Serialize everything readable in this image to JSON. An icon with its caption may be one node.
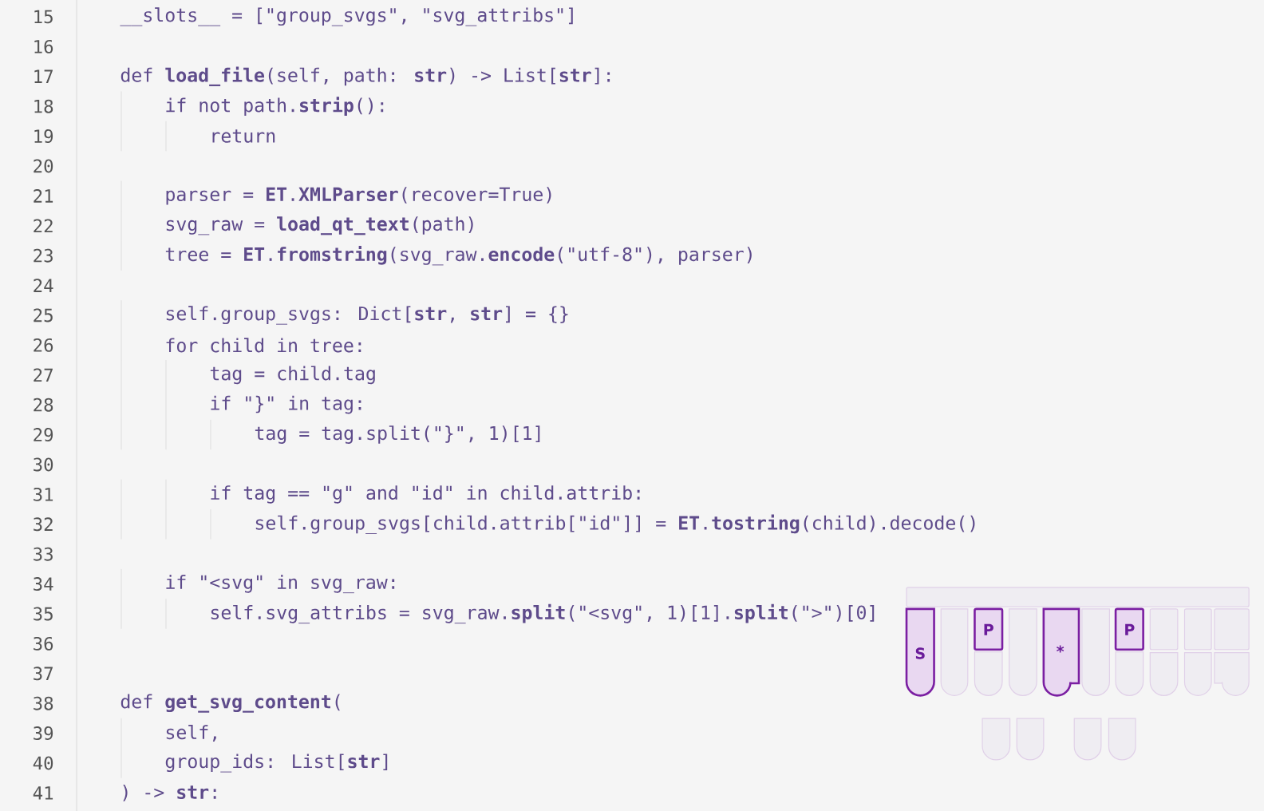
{
  "diagram": {
    "nodes": [
      {
        "text": [],
        "shape": "bar"
      },
      {
        "text": [
          "S"
        ]
      },
      {
        "text": [],
        "shape": "box"
      },
      {
        "text": [
          "P"
        ]
      },
      {
        "text": [],
        "shape": "box"
      },
      {
        "text": [
          "*"
        ]
      },
      {
        "text": [],
        "shape": "box"
      },
      {
        "text": [
          "P"
        ]
      },
      {
        "text": [],
        "shape": "box"
      },
      {
        "text": [],
        "shape": "box"
      },
      {
        "text": [],
        "shape": "box"
      },
      {
        "text": [],
        "shape": "box"
      },
      {
        "text": [],
        "shape": "box"
      },
      {
        "text": [],
        "shape": "box"
      },
      {
        "text": [],
        "shape": "box"
      },
      {
        "text": [],
        "shape": "box"
      },
      {
        "text": [],
        "shape": "box"
      },
      {
        "text": [],
        "shape": "box"
      },
      {
        "text": [],
        "shape": "box"
      },
      {
        "text": [],
        "shape": "box"
      }
    ],
    "edges": [],
    "labels": [
      "15",
      "__slots__ = [\"group_svgs\", \"svg_attribs\"]",
      "16",
      "17",
      "def **load_file**(self, path: **str**) -> List[**str**]:",
      "18",
      "if not path.**strip**():",
      "19",
      "return",
      "20",
      "21",
      "parser = **ET**.**XMLParser**(recover=True)",
      "22",
      "svg_raw = **load_qt_text**(path)",
      "23",
      "tree = **ET**.**fromstring**(svg_raw.**encode**(\"utf-8\"), parser)",
      "24",
      "25",
      "self.group_svgs: Dict[**str**, **str**] = {}",
      "26",
      "for child in tree:",
      "27",
      "tag = child.tag",
      "28",
      "if \"}\" in tag:",
      "29",
      "tag = tag.split(\"}\", 1)[1]",
      "30",
      "31",
      "if tag == \"g\" and \"id\" in child.attrib:",
      "32",
      "self.group_svgs[child.attrib[\"id\"]] = **ET**.**tostring**(child).decode()",
      "33",
      "34",
      "if \"<svg\" in svg_raw:",
      "35",
      "self.svg_attribs = svg_raw.**split**(\"<svg\", 1)[1].**split**(\">\")[0]",
      "36",
      "37",
      "38",
      "def **get_svg_content**(",
      "39",
      "self,",
      "40",
      "group_ids: List[**str**]",
      "41",
      ") -> **str**:"
    ]
  }
}
